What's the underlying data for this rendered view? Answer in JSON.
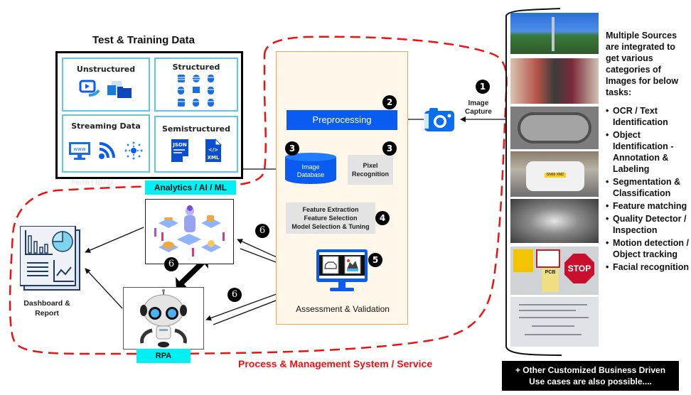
{
  "test_training": {
    "title": "Test & Training Data",
    "categories": [
      {
        "label": "Unstructured",
        "icons": [
          "video-play-icon",
          "document-folder-icon"
        ]
      },
      {
        "label": "Structured",
        "icons": [
          "database-icon",
          "database-icon",
          "database-icon",
          "database-search-icon",
          "database-network-icon",
          "database-share-icon",
          "database-share-icon",
          "database-settings-icon",
          "database-add-icon"
        ]
      },
      {
        "label": "Streaming Data",
        "icons": [
          "www-monitor-icon",
          "rss-feed-icon",
          "data-burst-icon"
        ]
      },
      {
        "label": "Semistructured",
        "icons": [
          "json-file-icon",
          "xml-file-icon"
        ]
      }
    ],
    "json_label": "JSON",
    "xml_label": "XML",
    "xml_code": "</>",
    "www_label": "www"
  },
  "watermark": "Parth | RMSI",
  "analytics": {
    "label": "Analytics  / AI / ML"
  },
  "rpa": {
    "label": "RPA"
  },
  "dashboard": {
    "label_line1": "Dashboard &",
    "label_line2": "Report"
  },
  "pipeline": {
    "preprocessing": "Preprocessing",
    "image_database": {
      "line1": "Image",
      "line2": "Database"
    },
    "pixel_recognition": {
      "line1": "Pixel",
      "line2": "Recognition"
    },
    "feature": {
      "line1": "Feature Extraction",
      "line2": "Feature Selection",
      "line3": "Model Selection & Tuning"
    },
    "assessment": "Assessment & Validation"
  },
  "image_capture": {
    "line1": "Image",
    "line2": "Capture"
  },
  "badges": {
    "b1": "1",
    "b2": "2",
    "b3a": "3",
    "b3b": "3",
    "b4": "4",
    "b5": "5",
    "b6a": "6",
    "b6b": "6",
    "b6c": "6"
  },
  "sources": {
    "intro": "Multiple Sources are integrated to get various categories of Images for below tasks:",
    "tasks": [
      "OCR / Text Identification",
      "Object Identification - Annotation & Labeling",
      "Segmentation & Classification",
      "Feature matching",
      "Quality Detector / Inspection",
      "Motion detection / Object tracking",
      "Facial recognition"
    ],
    "photos": [
      "cell-tower-photo",
      "shoppers-crowd-photo",
      "manhole-cover-photo",
      "car-license-plate-photo",
      "chest-xray-photo",
      "warning-signs-stop-photo",
      "printed-receipt-photo"
    ],
    "stop_text": "STOP",
    "pcb_text": "PCB",
    "plate_text": "SN66 XMZ"
  },
  "other_cases": {
    "line1": "+ Other Customized Business Driven",
    "line2": "Use cases are also possible...."
  },
  "system_label": "Process & Management System / Service",
  "colors": {
    "blue_accent": "#0a5cf0",
    "cyan_label": "#00f0f4",
    "dashed_boundary": "#ee1111",
    "pipeline_bg": "#fff8ea",
    "pipeline_border": "#f4a55a",
    "light_blue_border": "#5cc8f0"
  }
}
